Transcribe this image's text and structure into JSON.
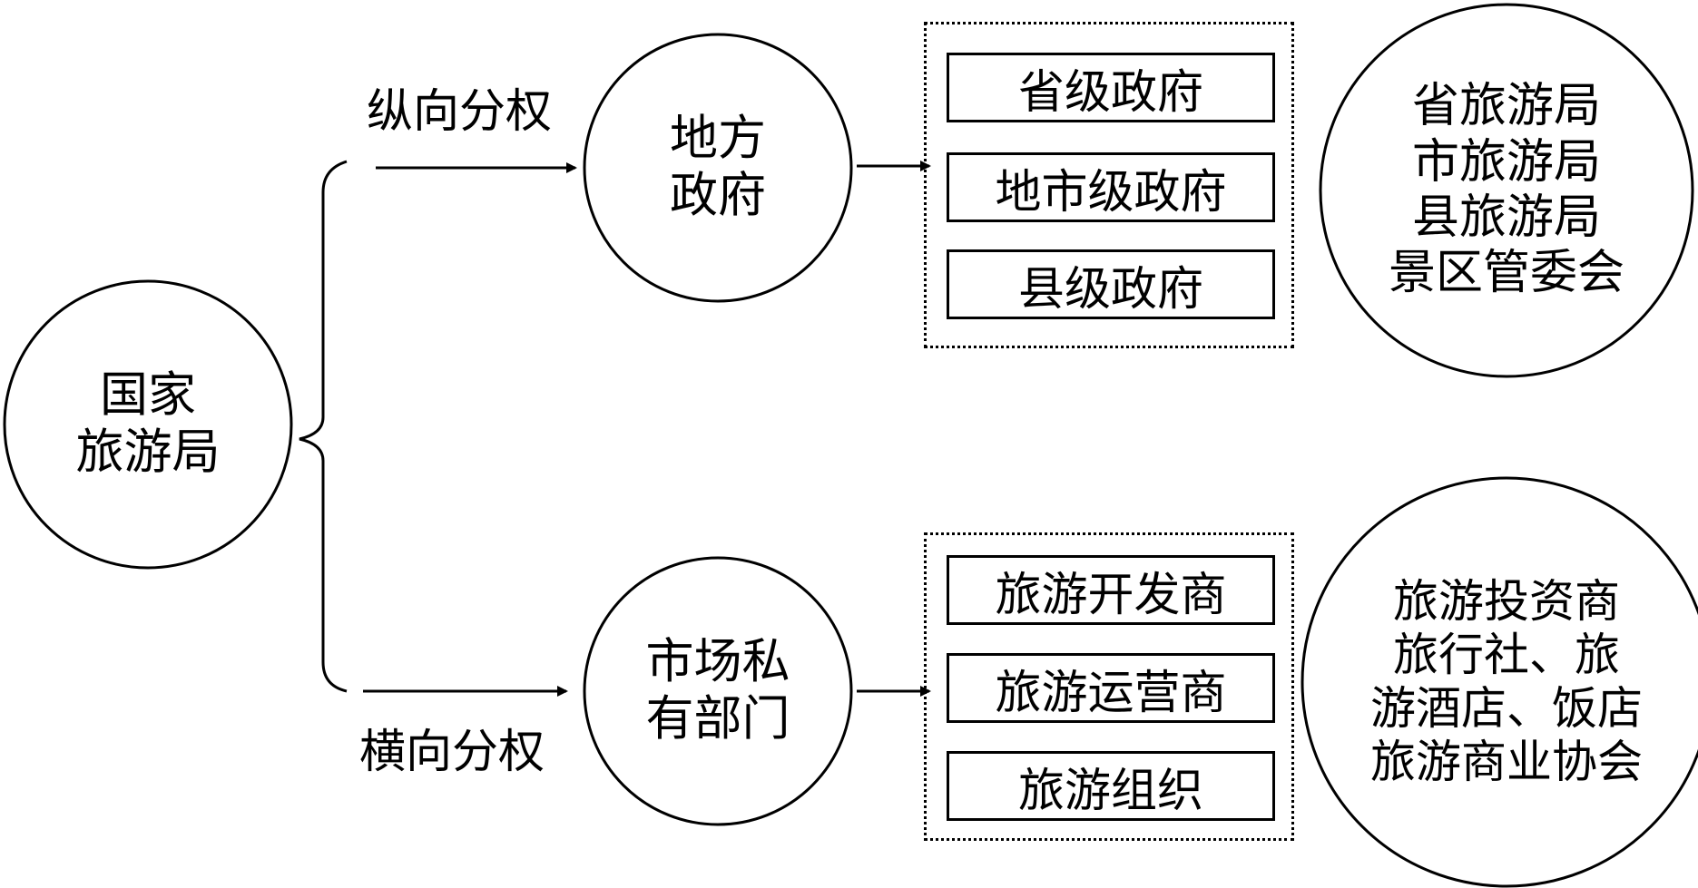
{
  "root": {
    "lines": [
      "国家",
      "旅游局"
    ]
  },
  "branches": {
    "vertical_label": "纵向分权",
    "horizontal_label": "横向分权"
  },
  "local_gov": {
    "lines": [
      "地方",
      "政府"
    ]
  },
  "market": {
    "lines": [
      "市场私",
      "有部门"
    ]
  },
  "gov_levels": [
    "省级政府",
    "地市级政府",
    "县级政府"
  ],
  "market_types": [
    "旅游开发商",
    "旅游运营商",
    "旅游组织"
  ],
  "tourism_bureaus": [
    "省旅游局",
    "市旅游局",
    "县旅游局",
    "景区管委会"
  ],
  "market_entities": [
    "旅游投资商",
    "旅行社、旅",
    "游酒店、饭店",
    "旅游商业协会"
  ]
}
